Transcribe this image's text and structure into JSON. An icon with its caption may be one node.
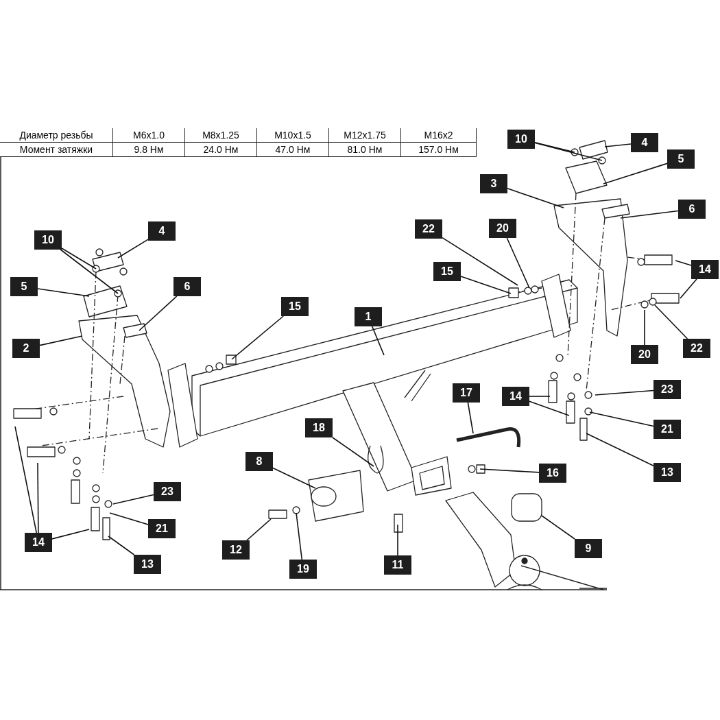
{
  "diagram": {
    "nodes": [
      {
        "text": [
          "10"
        ]
      },
      {
        "text": [
          "4"
        ]
      },
      {
        "text": [
          "5"
        ]
      },
      {
        "text": [
          "3"
        ]
      },
      {
        "text": [
          "6"
        ]
      },
      {
        "text": [
          "10"
        ]
      },
      {
        "text": [
          "4"
        ]
      },
      {
        "text": [
          "22"
        ]
      },
      {
        "text": [
          "20"
        ]
      },
      {
        "text": [
          "15"
        ]
      },
      {
        "text": [
          "14"
        ]
      },
      {
        "text": [
          "5"
        ]
      },
      {
        "text": [
          "6"
        ]
      },
      {
        "text": [
          "15"
        ]
      },
      {
        "text": [
          "1"
        ]
      },
      {
        "text": [
          "2"
        ]
      },
      {
        "text": [
          "22"
        ]
      },
      {
        "text": [
          "20"
        ]
      },
      {
        "text": [
          "23"
        ]
      },
      {
        "text": [
          "17"
        ]
      },
      {
        "text": [
          "14"
        ]
      },
      {
        "text": [
          "21"
        ]
      },
      {
        "text": [
          "18"
        ]
      },
      {
        "text": [
          "8"
        ]
      },
      {
        "text": [
          "13"
        ]
      },
      {
        "text": [
          "16"
        ]
      },
      {
        "text": [
          "23"
        ]
      },
      {
        "text": [
          "21"
        ]
      },
      {
        "text": [
          "14"
        ]
      },
      {
        "text": [
          "9"
        ]
      },
      {
        "text": [
          "12"
        ]
      },
      {
        "text": [
          "13"
        ]
      },
      {
        "text": [
          "19"
        ]
      },
      {
        "text": [
          "11"
        ]
      }
    ],
    "edges": [
      {
        "from": 0,
        "to": null,
        "arrow": "none"
      },
      {
        "from": 0,
        "to": null,
        "arrow": "none"
      },
      {
        "from": 1,
        "to": null,
        "arrow": "none"
      },
      {
        "from": 2,
        "to": null,
        "arrow": "none"
      },
      {
        "from": 3,
        "to": null,
        "arrow": "none"
      },
      {
        "from": 4,
        "to": null,
        "arrow": "none"
      },
      {
        "from": 5,
        "to": null,
        "arrow": "none"
      },
      {
        "from": 5,
        "to": null,
        "arrow": "none"
      },
      {
        "from": 6,
        "to": null,
        "arrow": "none"
      },
      {
        "from": 7,
        "to": null,
        "arrow": "none"
      },
      {
        "from": 8,
        "to": null,
        "arrow": "none"
      },
      {
        "from": 9,
        "to": null,
        "arrow": "none"
      },
      {
        "from": 10,
        "to": null,
        "arrow": "none"
      },
      {
        "from": 10,
        "to": null,
        "arrow": "none"
      },
      {
        "from": 11,
        "to": null,
        "arrow": "none"
      },
      {
        "from": 12,
        "to": null,
        "arrow": "none"
      },
      {
        "from": 13,
        "to": null,
        "arrow": "none"
      },
      {
        "from": 14,
        "to": null,
        "arrow": "none"
      },
      {
        "from": 15,
        "to": null,
        "arrow": "none"
      },
      {
        "from": 16,
        "to": null,
        "arrow": "none"
      },
      {
        "from": 17,
        "to": null,
        "arrow": "none"
      },
      {
        "from": 18,
        "to": null,
        "arrow": "none"
      },
      {
        "from": 19,
        "to": null,
        "arrow": "none"
      },
      {
        "from": 20,
        "to": null,
        "arrow": "none"
      },
      {
        "from": 20,
        "to": null,
        "arrow": "none"
      },
      {
        "from": 21,
        "to": null,
        "arrow": "none"
      },
      {
        "from": 22,
        "to": null,
        "arrow": "none"
      },
      {
        "from": 23,
        "to": null,
        "arrow": "none"
      },
      {
        "from": 24,
        "to": null,
        "arrow": "none"
      },
      {
        "from": 25,
        "to": null,
        "arrow": "none"
      },
      {
        "from": 26,
        "to": null,
        "arrow": "none"
      },
      {
        "from": 27,
        "to": null,
        "arrow": "none"
      },
      {
        "from": 28,
        "to": null,
        "arrow": "none"
      },
      {
        "from": 28,
        "to": null,
        "arrow": "none"
      },
      {
        "from": 28,
        "to": null,
        "arrow": "none"
      },
      {
        "from": 29,
        "to": null,
        "arrow": "none"
      },
      {
        "from": 30,
        "to": null,
        "arrow": "none"
      },
      {
        "from": 31,
        "to": null,
        "arrow": "none"
      },
      {
        "from": 32,
        "to": null,
        "arrow": "none"
      },
      {
        "from": 33,
        "to": null,
        "arrow": "none"
      }
    ],
    "labels": [
      "Диаметр резьбы",
      "M6x1.0",
      "M8x1.25",
      "M10x1.5",
      "M12x1.75",
      "M16x2",
      "Момент затяжки",
      "9.8 Нм",
      "24.0 Нм",
      "47.0 Нм",
      "81.0 Нм",
      "157.0 Нм"
    ]
  }
}
